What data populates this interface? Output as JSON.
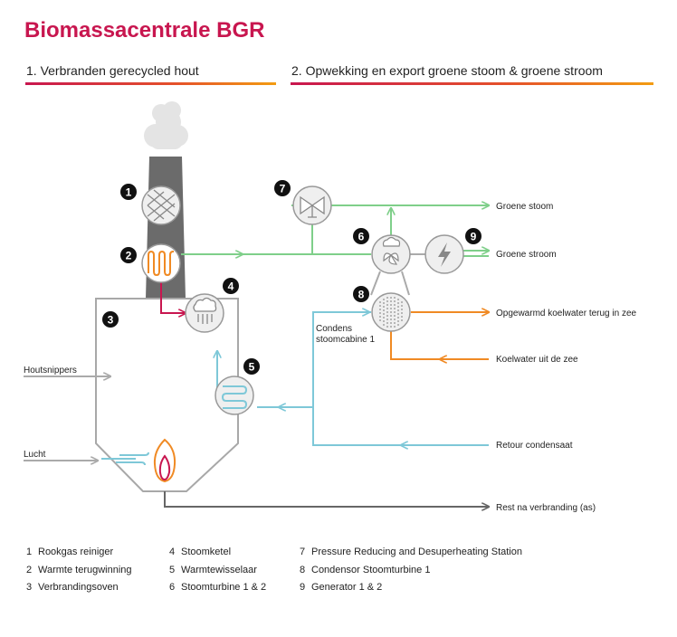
{
  "title": "Biomassacentrale BGR",
  "sections": [
    "1. Verbranden gerecycled hout",
    "2. Opwekking en export groene stoom & groene stroom"
  ],
  "flow_labels": {
    "groene_stoom": "Groene stoom",
    "groene_stroom": "Groene stroom",
    "opgewarmd": "Opgewarmd koelwater terug in zee",
    "koelwater": "Koelwater uit de zee",
    "retour": "Retour condensaat",
    "rest": "Rest na verbranding (as)",
    "houtsnippers": "Houtsnippers",
    "lucht": "Lucht",
    "condens_1": "Condens",
    "condens_2": "stoomcabine 1"
  },
  "badges": [
    "1",
    "2",
    "3",
    "4",
    "5",
    "6",
    "7",
    "8",
    "9"
  ],
  "legend": [
    {
      "num": "1",
      "label": "Rookgas reiniger"
    },
    {
      "num": "2",
      "label": "Warmte terugwinning"
    },
    {
      "num": "3",
      "label": "Verbrandingsoven"
    },
    {
      "num": "4",
      "label": "Stoomketel"
    },
    {
      "num": "5",
      "label": "Warmtewisselaar"
    },
    {
      "num": "6",
      "label": "Stoomturbine 1 & 2"
    },
    {
      "num": "7",
      "label": "Pressure Reducing and Desuperheating Station"
    },
    {
      "num": "8",
      "label": "Condensor Stoomturbine 1"
    },
    {
      "num": "9",
      "label": "Generator 1 & 2"
    }
  ],
  "colors": {
    "title": "#c8164f",
    "steam_green": "#7fcf8a",
    "water_blue": "#7ec8d8",
    "hot_red": "#c8164f",
    "seawater_orange": "#f08a24",
    "grey": "#9a9a9a",
    "chimney": "#666666"
  },
  "icons": [
    "smoke-cloud-icon",
    "filter-mesh-icon",
    "heat-coil-icon",
    "steam-cloud-icon",
    "coil-icon",
    "turbine-icon",
    "valve-icon",
    "lightning-icon",
    "condenser-icon",
    "flame-icon",
    "wind-icon"
  ]
}
